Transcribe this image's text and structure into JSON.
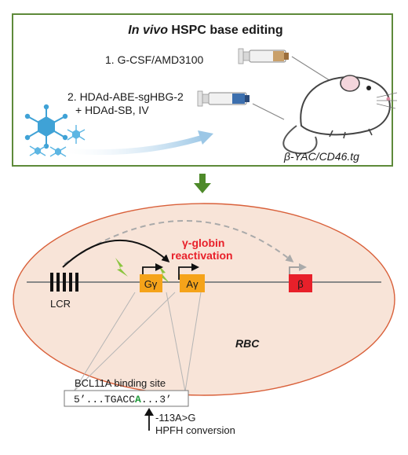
{
  "panel": {
    "title_italic": "In vivo",
    "title_rest": " HSPC base editing",
    "step1": "1. G-CSF/AMD3100",
    "step2_line1": "2. HDAd-ABE-sgHBG-2",
    "step2_line2": "+ HDAd-SB, IV",
    "mouse_label": "β-YAC/CD46.tg"
  },
  "cell": {
    "reactivation_line1": "γ-globin",
    "reactivation_line2": "reactivation",
    "lcr_label": "LCR",
    "gene_g": "Gγ",
    "gene_a": "Aγ",
    "gene_b": "β",
    "cell_label": "RBC"
  },
  "callout": {
    "binding_site": "BCL11A binding site",
    "seq_prefix": "5’...TGACC",
    "seq_mut": "A",
    "seq_suffix": "...3’",
    "mutation": "-113A>G",
    "conversion": "HPFH conversion"
  },
  "colors": {
    "panel_border": "#5e8a3a",
    "down_arrow": "#4e8a2a",
    "cell_fill": "#f8e4d8",
    "cell_border": "#d9603a",
    "gamma_box": "#f5a31a",
    "beta_box": "#e8202a",
    "reactivation_text": "#e8202a",
    "lightning": "#8bc53f",
    "mutation_green": "#1f9a3a",
    "virus_blue": "#3fa2d6"
  }
}
